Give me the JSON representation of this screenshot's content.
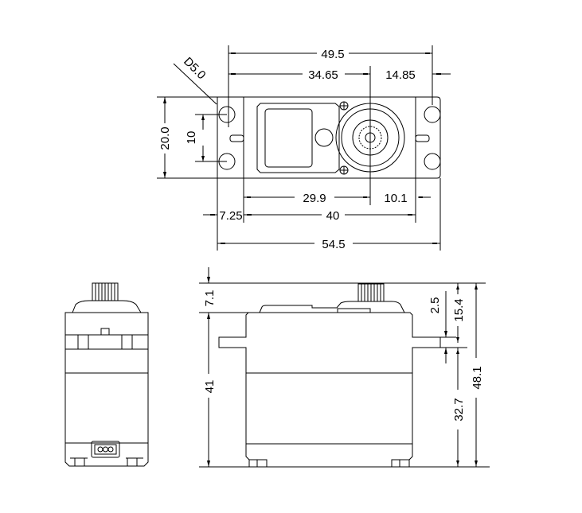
{
  "drawing": {
    "top_view": {
      "dim_overall_hole_spacing": "49.5",
      "dim_hole_to_shaft": "34.65",
      "dim_shaft_to_hole": "14.85",
      "dim_hole_diameter": "D5.0",
      "dim_width": "20.0",
      "dim_hole_pitch": "10",
      "dim_body_to_shaft": "29.9",
      "dim_shaft_to_body": "10.1",
      "dim_flange": "7.25",
      "dim_body_length": "40",
      "dim_overall_length": "54.5"
    },
    "side_view": {
      "dim_shaft_height": "7.1",
      "dim_body_height": "41",
      "dim_flange_thickness": "2.5",
      "dim_top_to_flange": "15.4",
      "dim_flange_to_bottom": "32.7",
      "dim_total_height": "48.1"
    }
  }
}
